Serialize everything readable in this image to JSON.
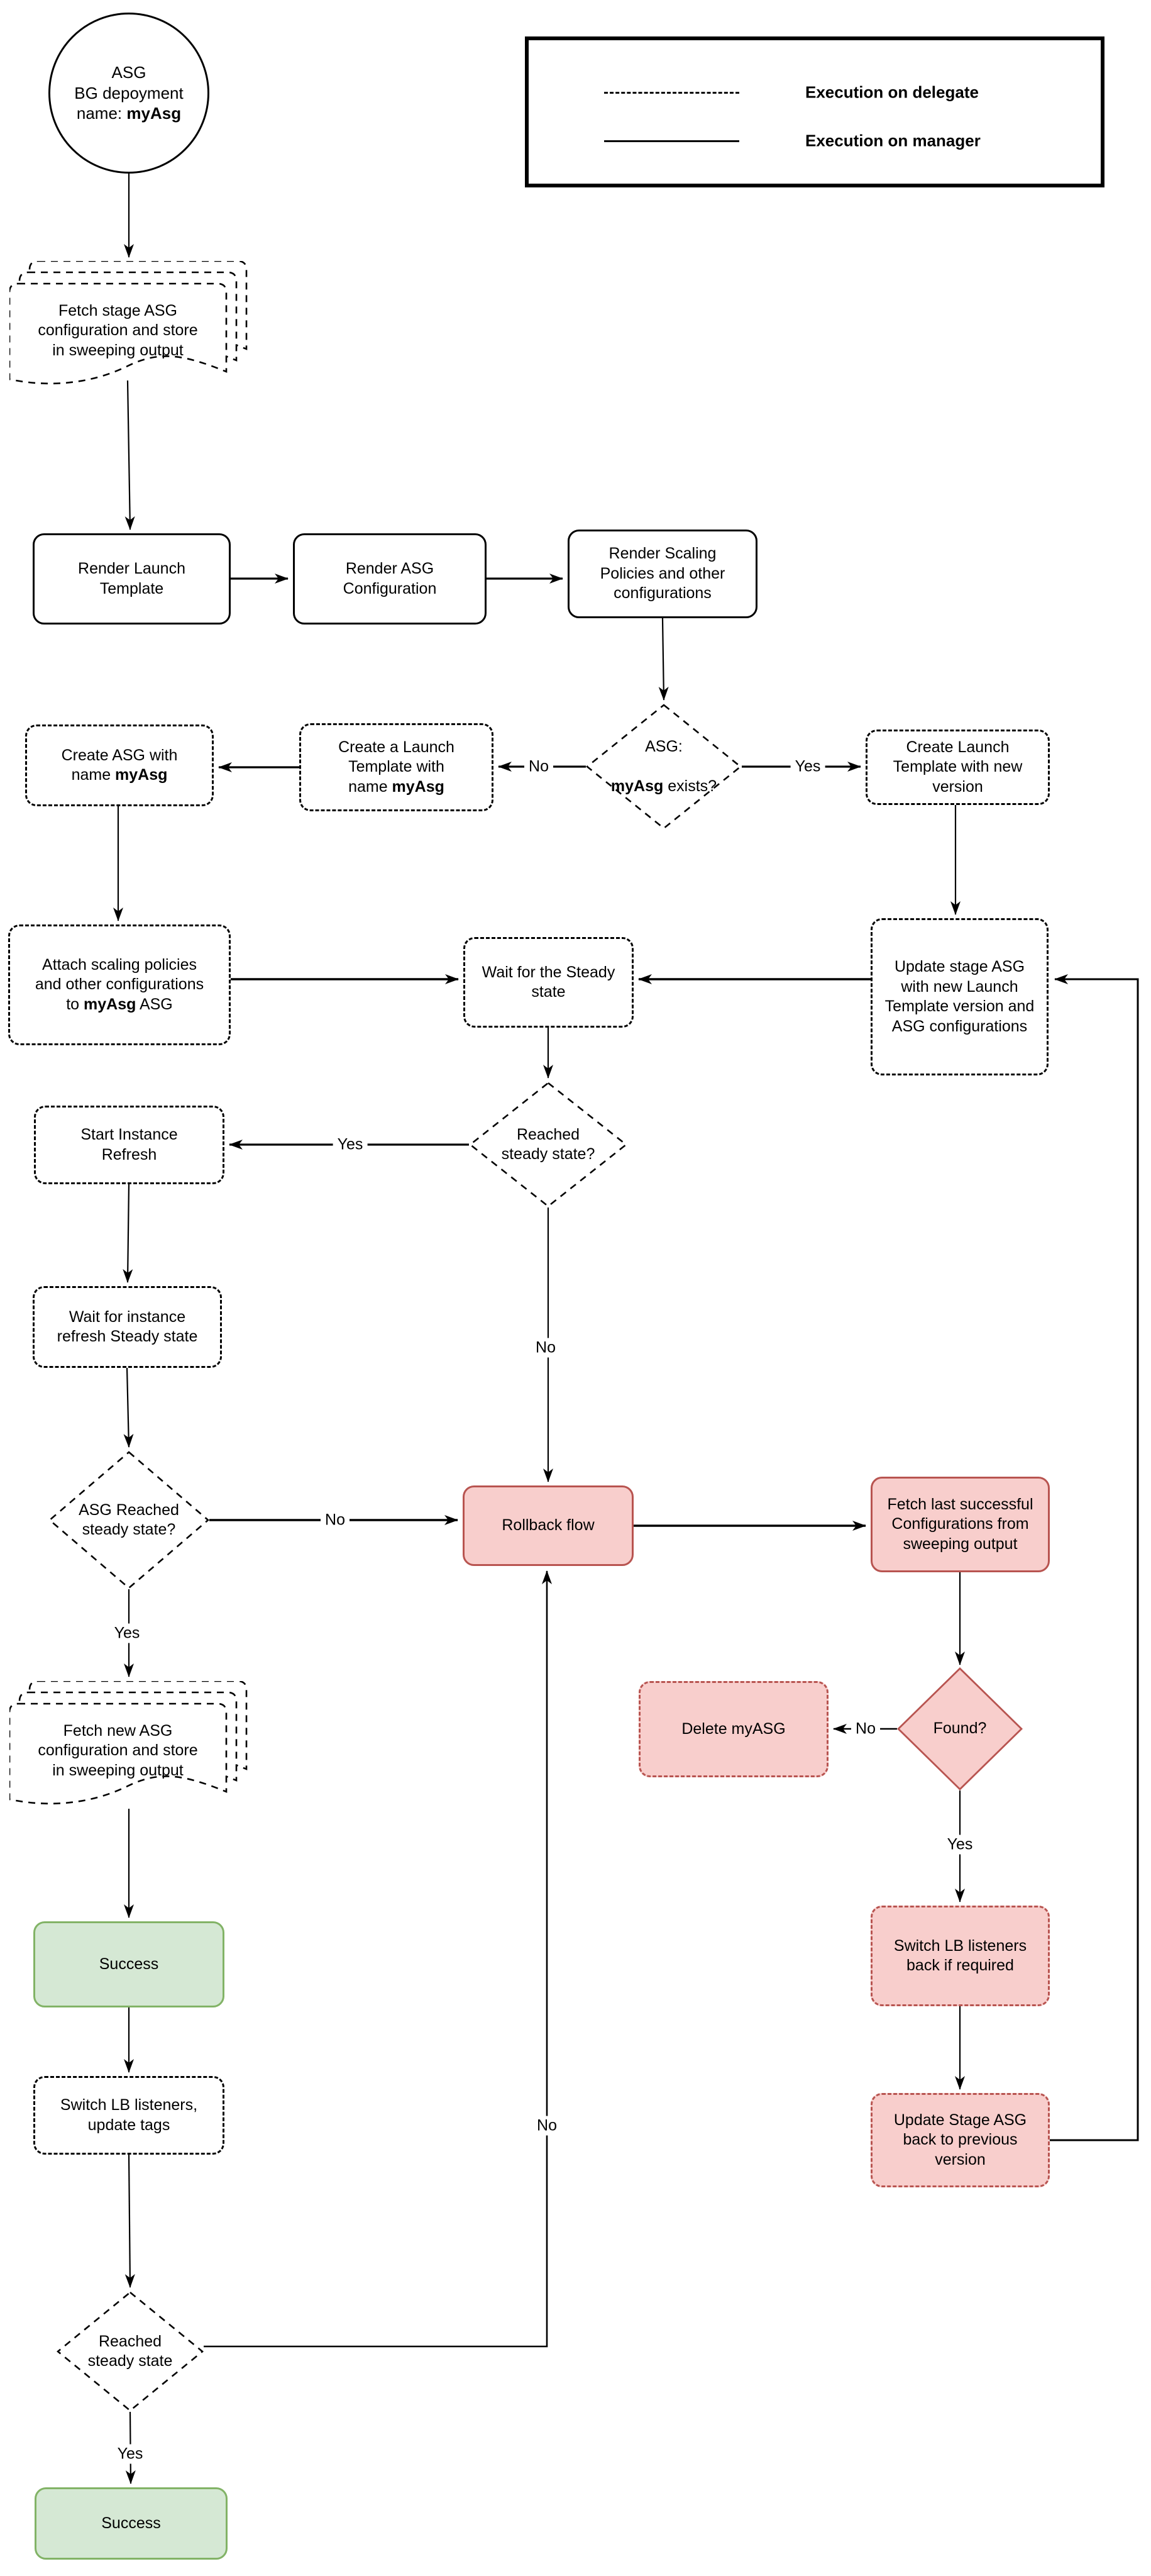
{
  "colors": {
    "danger_fill": "#f8cecc",
    "danger_border": "#b85450",
    "success_fill": "#d5e8d4",
    "success_border": "#82b366",
    "node_border": "#000000",
    "background": "#ffffff"
  },
  "legend": {
    "items": [
      {
        "style": "dashed",
        "label": "Execution on delegate"
      },
      {
        "style": "solid",
        "label": "Execution on manager"
      }
    ]
  },
  "nodes": {
    "start_circle": {
      "line1": "ASG",
      "line2": "BG depoyment",
      "line3_pre": "name: ",
      "line3_bold": "myAsg"
    },
    "fetch_stage_config": {
      "label": "Fetch stage ASG\nconfiguration and store\nin sweeping output"
    },
    "render_launch_template": {
      "label": "Render Launch\nTemplate"
    },
    "render_asg_configuration": {
      "label": "Render ASG\nConfiguration"
    },
    "render_scaling_policies": {
      "label": "Render Scaling\nPolicies and other\nconfigurations"
    },
    "asg_exists_decision": {
      "line1": "ASG:",
      "line2_bold": "myAsg",
      "line2_post": " exists?"
    },
    "create_asg": {
      "line1": "Create ASG with",
      "line2_pre": "name ",
      "line2_bold": "myAsg"
    },
    "create_launch_template_named": {
      "line1": "Create a Launch",
      "line2": "Template with",
      "line3_pre": "name ",
      "line3_bold": "myAsg"
    },
    "create_launch_template_new_version": {
      "label": "Create Launch\nTemplate with new\nversion"
    },
    "attach_scaling_policies": {
      "line1": "Attach scaling policies",
      "line2": "and other configurations",
      "line3_pre": "to ",
      "line3_bold": "myAsg",
      "line3_post": " ASG"
    },
    "wait_steady_state": {
      "label": "Wait for the Steady\nstate"
    },
    "update_stage_asg": {
      "label": "Update stage ASG\nwith new Launch\nTemplate version and\nASG configurations"
    },
    "reached_steady_decision": {
      "label": "Reached\nsteady state?"
    },
    "start_instance_refresh": {
      "label": "Start Instance\nRefresh"
    },
    "wait_instance_refresh": {
      "label": "Wait for instance\nrefresh Steady state"
    },
    "asg_reached_steady_decision": {
      "label": "ASG Reached\nsteady state?"
    },
    "rollback_flow": {
      "label": "Rollback flow"
    },
    "fetch_last_successful": {
      "label": "Fetch last successful\nConfigurations from\nsweeping output"
    },
    "fetch_new_asg_config": {
      "label": "Fetch new ASG\nconfiguration and store\nin sweeping output"
    },
    "delete_myasg": {
      "label": "Delete myASG"
    },
    "found_decision": {
      "label": "Found?"
    },
    "success_main": {
      "label": "Success"
    },
    "switch_lb_listeners_back": {
      "label": "Switch LB listeners\nback if required"
    },
    "switch_lb_listeners": {
      "label": "Switch LB listeners,\nupdate tags"
    },
    "update_stage_asg_back": {
      "label": "Update Stage ASG\nback to previous\nversion"
    },
    "final_reached_steady_decision": {
      "label": "Reached\nsteady state"
    },
    "success_final": {
      "label": "Success"
    }
  },
  "edge_labels": {
    "asg_exists_no": "No",
    "asg_exists_yes": "Yes",
    "reached_steady_yes": "Yes",
    "reached_steady_no": "No",
    "asg_reached_no": "No",
    "asg_reached_yes": "Yes",
    "found_no": "No",
    "found_yes": "Yes",
    "rollback_return_no": "No",
    "final_yes": "Yes"
  }
}
